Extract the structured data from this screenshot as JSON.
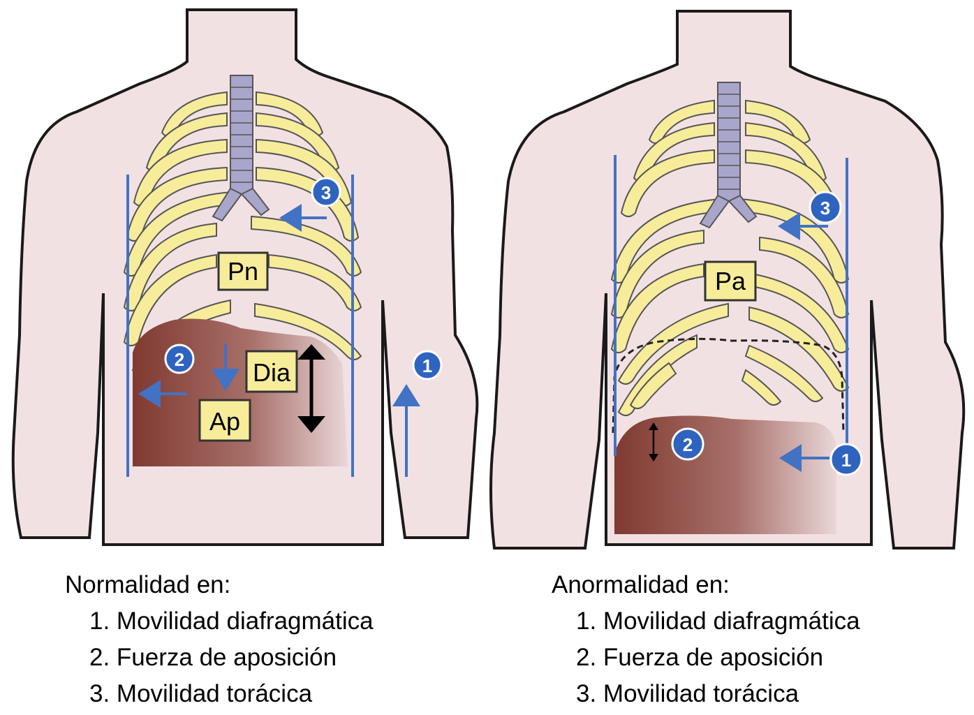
{
  "colors": {
    "skin": "#f2e1e3",
    "outline": "#1a1a1a",
    "rib": "#f7ec9a",
    "trachea": "#a9a6cc",
    "liver_dark": "#7f3a31",
    "liver_light": "#e6cfd0",
    "blue": "#4272c4",
    "badge": "#2f63c0",
    "label_bg": "#f7ec9a"
  },
  "panels": [
    {
      "id": "normal",
      "labels": {
        "lung": "Pn",
        "diaphragm": "Dia",
        "apposition": "Ap"
      },
      "badges": [
        "1",
        "2",
        "3"
      ],
      "caption": {
        "title": "Normalidad en:",
        "items": [
          "1. Movilidad diafragmática",
          "2. Fuerza de aposición",
          "3. Movilidad torácica"
        ]
      }
    },
    {
      "id": "abnormal",
      "labels": {
        "lung": "Pa"
      },
      "badges": [
        "1",
        "2",
        "3"
      ],
      "caption": {
        "title": "Anormalidad en:",
        "items": [
          "1. Movilidad diafragmática",
          "2. Fuerza de aposición",
          "3. Movilidad torácica"
        ]
      }
    }
  ]
}
